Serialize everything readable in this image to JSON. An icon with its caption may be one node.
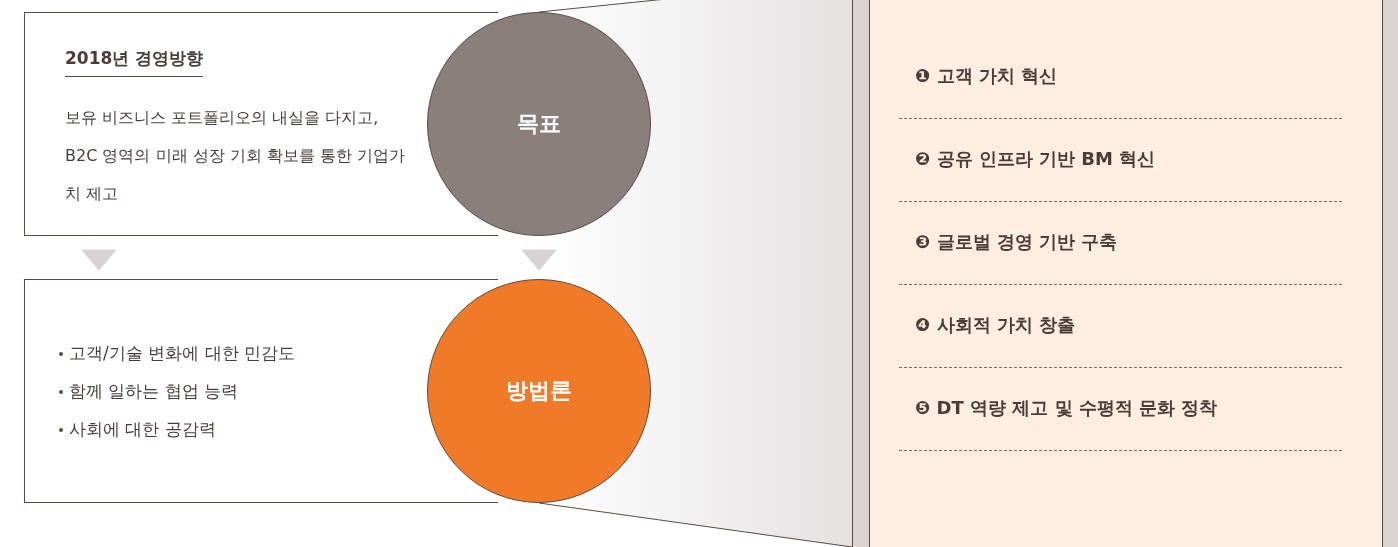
{
  "diagram": {
    "nodes": [
      {
        "text": [
          "2018년 경영방향",
          "보유 비즈니스 포트폴리오의 내실을 다지고, B2C 영역의 미래 성장 기회 확보를 통한 기업가치 제고"
        ]
      },
      {
        "text": [
          "목표"
        ]
      },
      {
        "text": [
          "고객/기술 변화에 대한 민감도",
          "함께 일하는 협업 능력",
          "사회에 대한 공감력"
        ]
      },
      {
        "text": [
          "방법론"
        ]
      },
      {
        "text": [
          "❶ 고객 가치 혁신",
          "❷ 공유 인프라 기반 BM 혁신",
          "❸ 글로벌 경영 기반 구축",
          "❹ 사회적 가치 창출",
          "❺ DT 역량 제고 및 수평적 문화 정착"
        ]
      }
    ],
    "edges": [
      {
        "from": 0,
        "to": 2,
        "arrow": "to"
      },
      {
        "from": 1,
        "to": 3,
        "arrow": "to"
      }
    ]
  }
}
